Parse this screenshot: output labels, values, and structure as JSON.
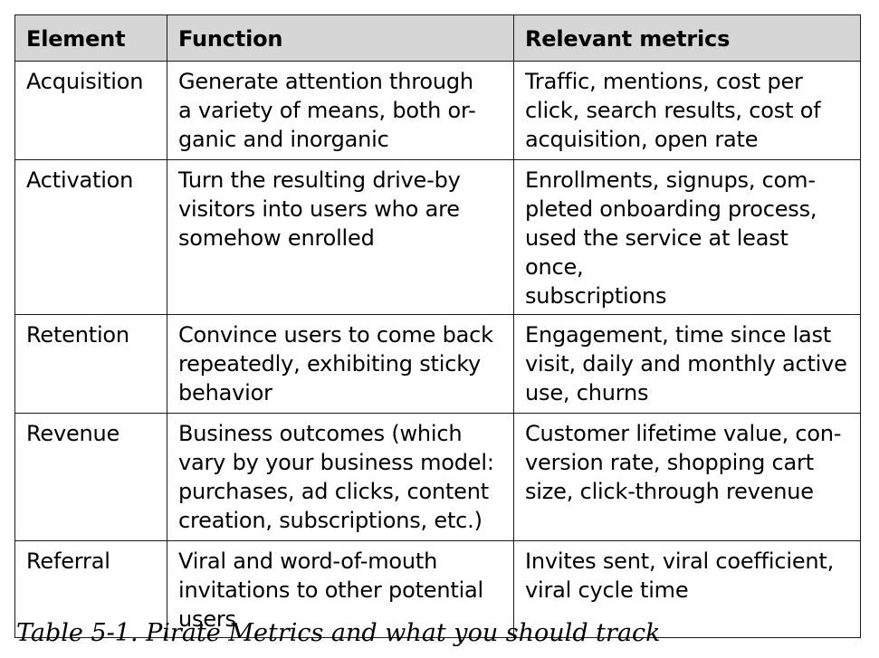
{
  "table": {
    "headers": {
      "element": "Element",
      "function": "Function",
      "metrics": "Relevant metrics"
    },
    "rows": [
      {
        "element": "Acquisition",
        "function": "Generate attention through\na variety of means, both or-\nganic and inorganic",
        "metrics": "Traffic, mentions, cost per\nclick, search results, cost of\nacquisition, open rate"
      },
      {
        "element": "Activation",
        "function": "Turn the resulting drive-by\nvisitors into users who are\nsomehow enrolled",
        "metrics": "Enrollments, signups, com-\npleted onboarding process,\nused the service at least once,\nsubscriptions"
      },
      {
        "element": "Retention",
        "function": "Convince users to come back\nrepeatedly, exhibiting sticky\nbehavior",
        "metrics": "Engagement, time since last\nvisit, daily and monthly active\nuse, churns"
      },
      {
        "element": "Revenue",
        "function": "Business outcomes (which\nvary by your business model:\npurchases, ad clicks, content\ncreation, subscriptions, etc.)",
        "metrics": "Customer lifetime value, con-\nversion rate, shopping cart\nsize, click-through revenue"
      },
      {
        "element": "Referral",
        "function": "Viral and word-of-mouth\ninvitations to other potential\nusers",
        "metrics": "Invites sent, viral coefficient,\nviral cycle time"
      }
    ]
  },
  "caption": "Table 5-1. Pirate Metrics and what you should track",
  "colors": {
    "header_background": "#d6d6d6",
    "border": "#1a1a1a",
    "text": "#000000"
  }
}
